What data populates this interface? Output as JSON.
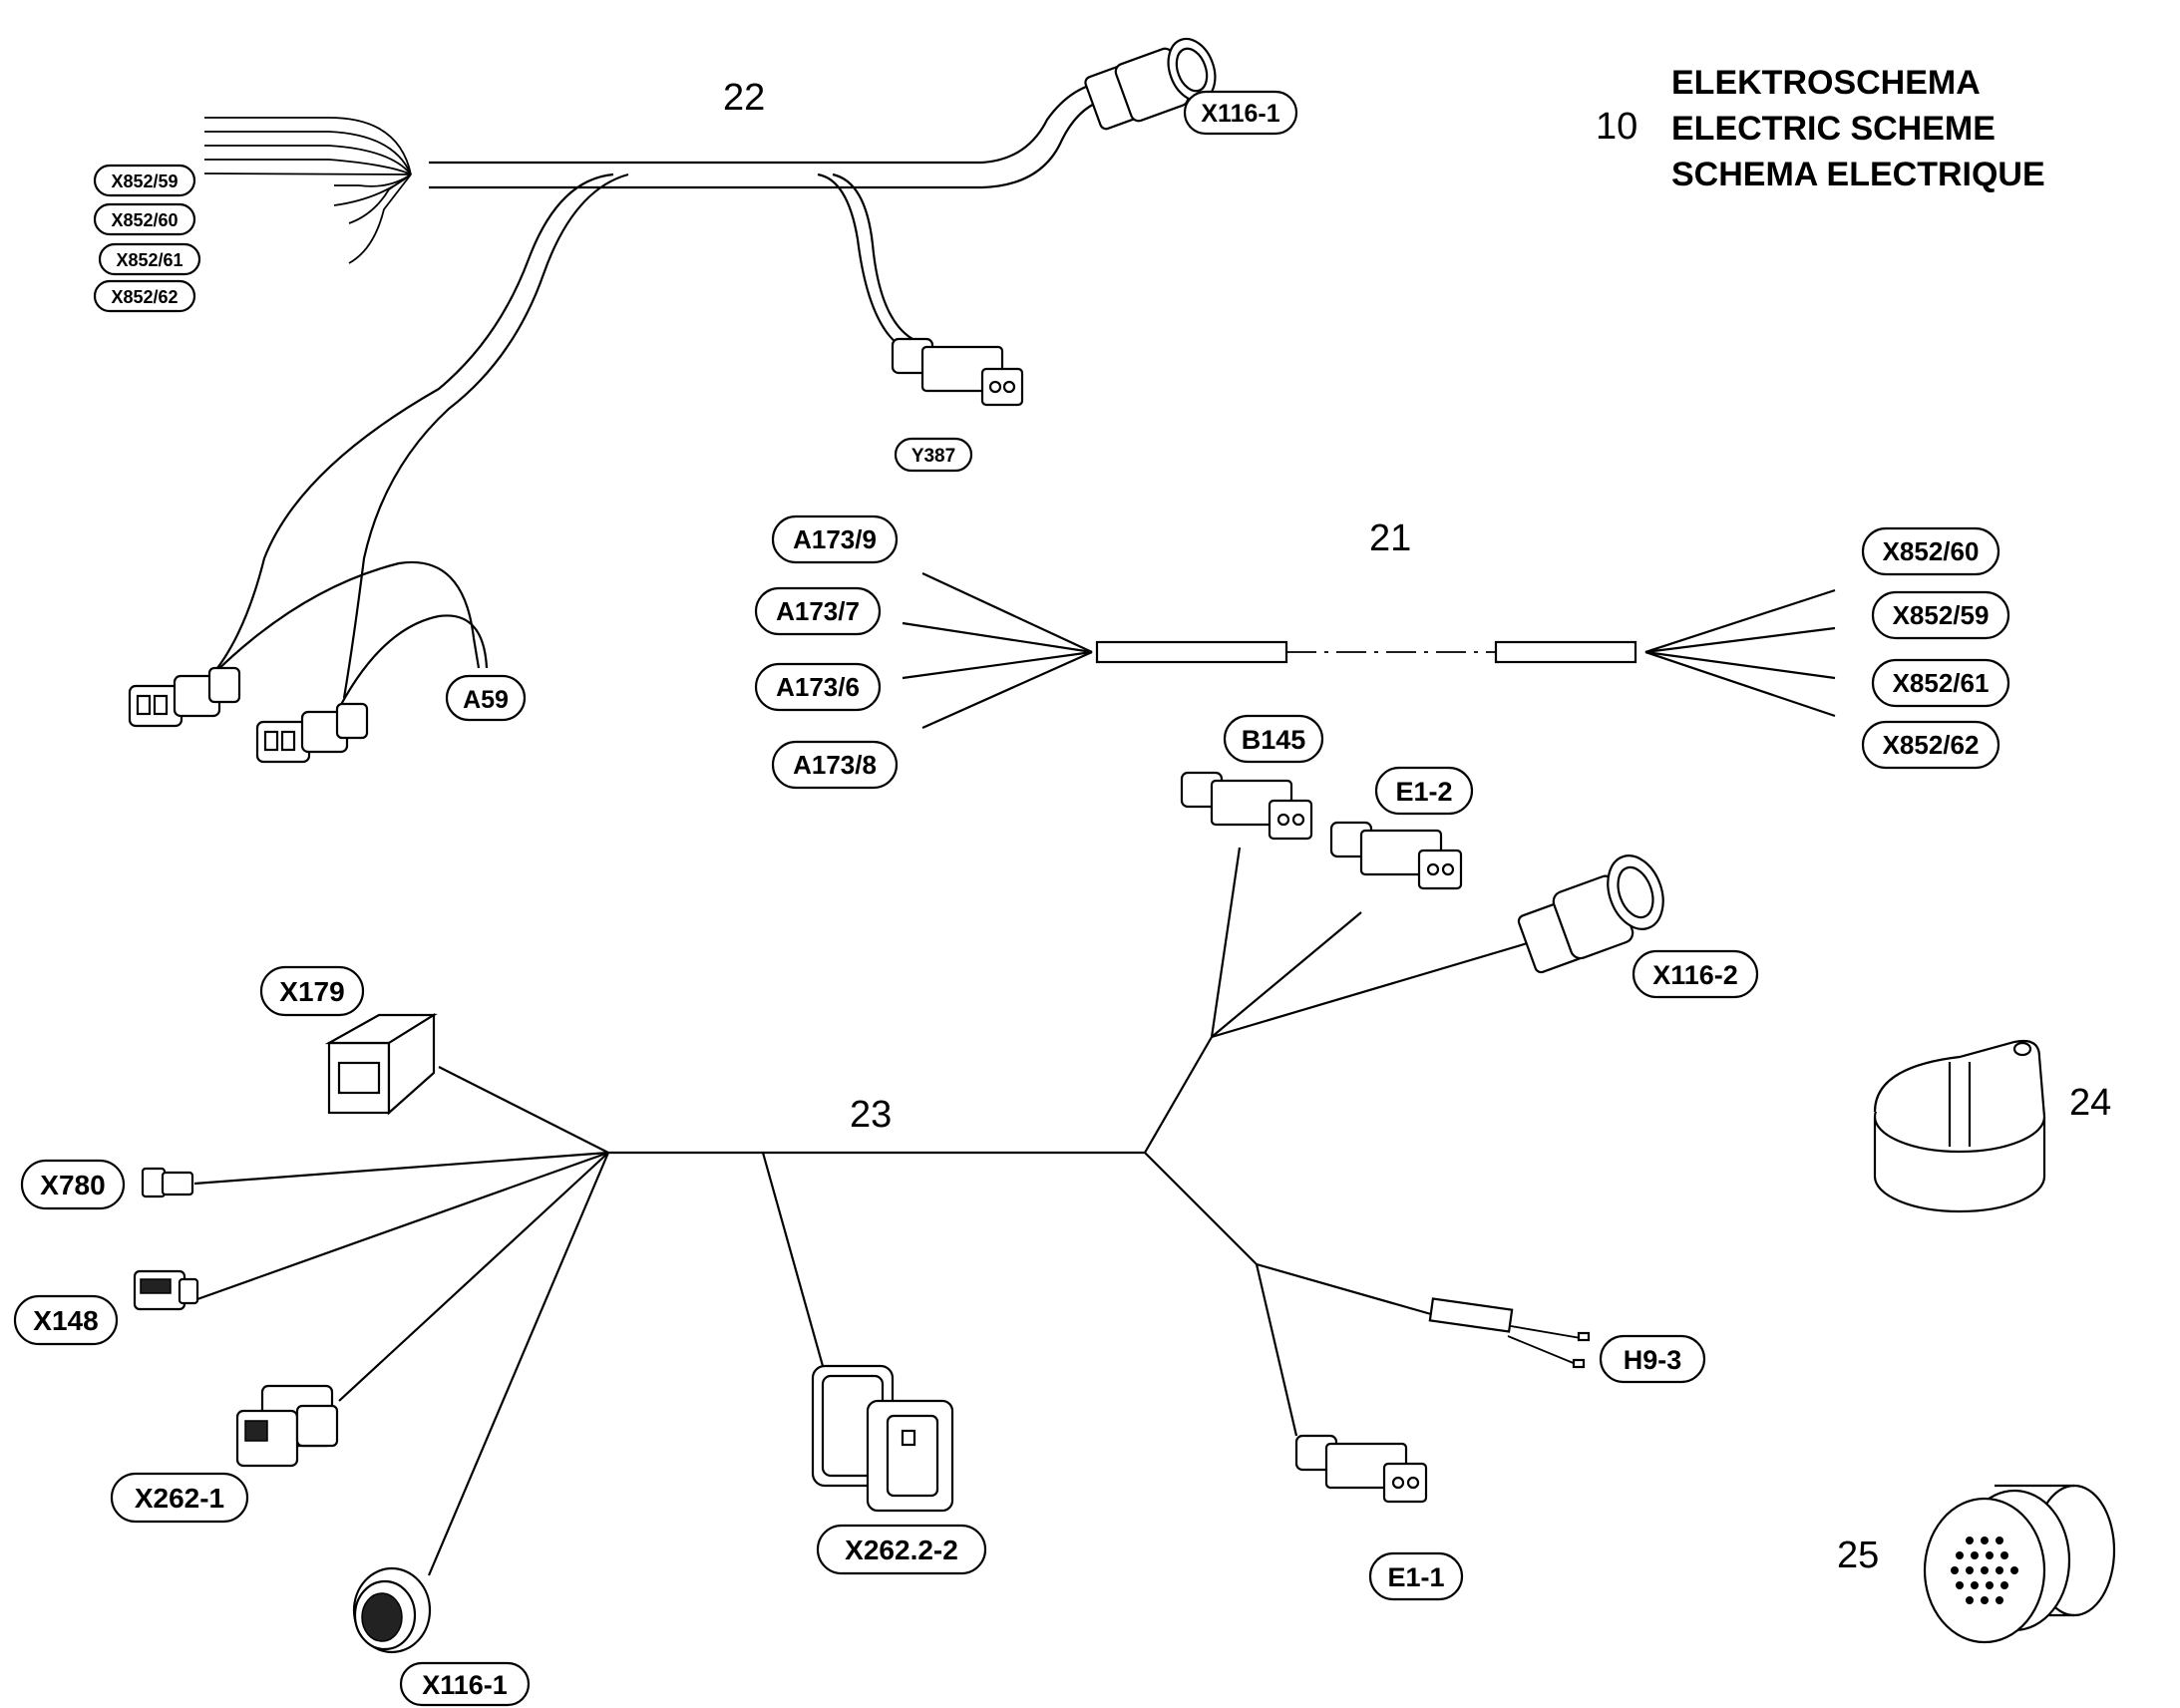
{
  "title": {
    "number": "10",
    "lines": [
      "ELEKTROSCHEMA",
      "ELECTRIC SCHEME",
      "SCHEMA ELECTRIQUE"
    ]
  },
  "item_numbers": {
    "harness_22": "22",
    "harness_21": "21",
    "harness_23": "23",
    "clamp_24": "24",
    "connector_25": "25"
  },
  "harness_22": {
    "left_labels": [
      "X852/59",
      "X852/60",
      "X852/61",
      "X852/62"
    ],
    "x116_1": "X116-1",
    "y387": "Y387",
    "a59": "A59"
  },
  "harness_21": {
    "left_labels": [
      "A173/9",
      "A173/7",
      "A173/6",
      "A173/8"
    ],
    "right_labels": [
      "X852/60",
      "X852/59",
      "X852/61",
      "X852/62"
    ]
  },
  "harness_23": {
    "b145": "B145",
    "e1_2": "E1-2",
    "x116_2": "X116-2",
    "x179": "X179",
    "x780": "X780",
    "x148": "X148",
    "x262_1": "X262-1",
    "x116_1": "X116-1",
    "x262_2_2": "X262.2-2",
    "h9_3": "H9-3",
    "e1_1": "E1-1"
  }
}
